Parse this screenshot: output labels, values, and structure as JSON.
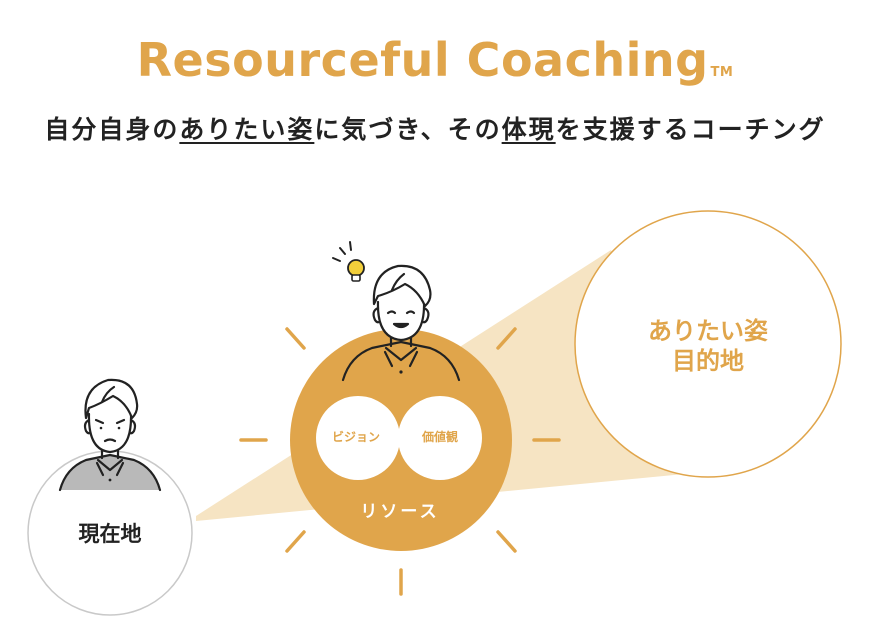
{
  "header": {
    "title": "Resourceful Coaching",
    "trademark": "TM",
    "subtitle_parts": [
      {
        "text": "自分自身の",
        "underline": false
      },
      {
        "text": "ありたい姿",
        "underline": true
      },
      {
        "text": "に気づき、その",
        "underline": false
      },
      {
        "text": "体現",
        "underline": true
      },
      {
        "text": "を支援するコーチング",
        "underline": false
      }
    ]
  },
  "diagram": {
    "current_position_label": "現在地",
    "goal_label_line1": "ありたい姿",
    "goal_label_line2": "目的地",
    "vision_label": "ビジョン",
    "values_label": "価値観",
    "resources_label": "リソース"
  },
  "colors": {
    "accent": "#e0a54b",
    "accent_light": "#f6e4c3",
    "text_dark": "#222222",
    "circle_border_gray": "#c9c9c9",
    "bulb_yellow": "#f2cf3b"
  },
  "icons": [
    "lightbulb-icon",
    "person-smiling-icon",
    "person-worried-icon"
  ]
}
